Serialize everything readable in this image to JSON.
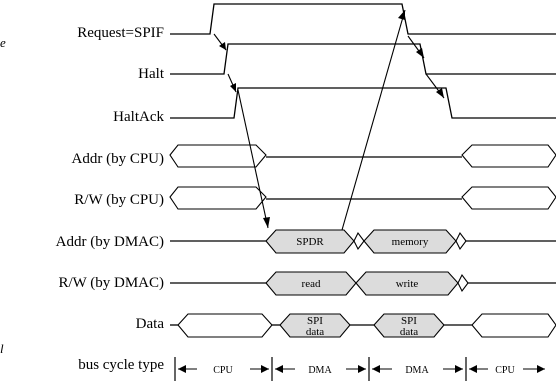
{
  "cut_text": [
    "e",
    "l"
  ],
  "signals": [
    {
      "key": "request",
      "label": "Request=SPIF"
    },
    {
      "key": "halt",
      "label": "Halt"
    },
    {
      "key": "haltack",
      "label": "HaltAck"
    },
    {
      "key": "addr_cpu",
      "label": "Addr (by CPU)"
    },
    {
      "key": "rw_cpu",
      "label": "R/W (by CPU)"
    },
    {
      "key": "addr_dmac",
      "label": "Addr (by DMAC)"
    },
    {
      "key": "rw_dmac",
      "label": "R/W (by DMAC)"
    },
    {
      "key": "data",
      "label": "Data"
    },
    {
      "key": "bus_cycle",
      "label": "bus cycle type"
    }
  ],
  "boxes": {
    "addr_dmac": [
      "SPDR",
      "memory"
    ],
    "rw_dmac": [
      "read",
      "write"
    ],
    "data": [
      [
        "SPI",
        "data"
      ],
      [
        "SPI",
        "data"
      ]
    ]
  },
  "bus_cycles": [
    "CPU",
    "DMA",
    "DMA",
    "CPU"
  ],
  "colors": {
    "highlight": "#dcdcdc",
    "line": "#000000"
  }
}
